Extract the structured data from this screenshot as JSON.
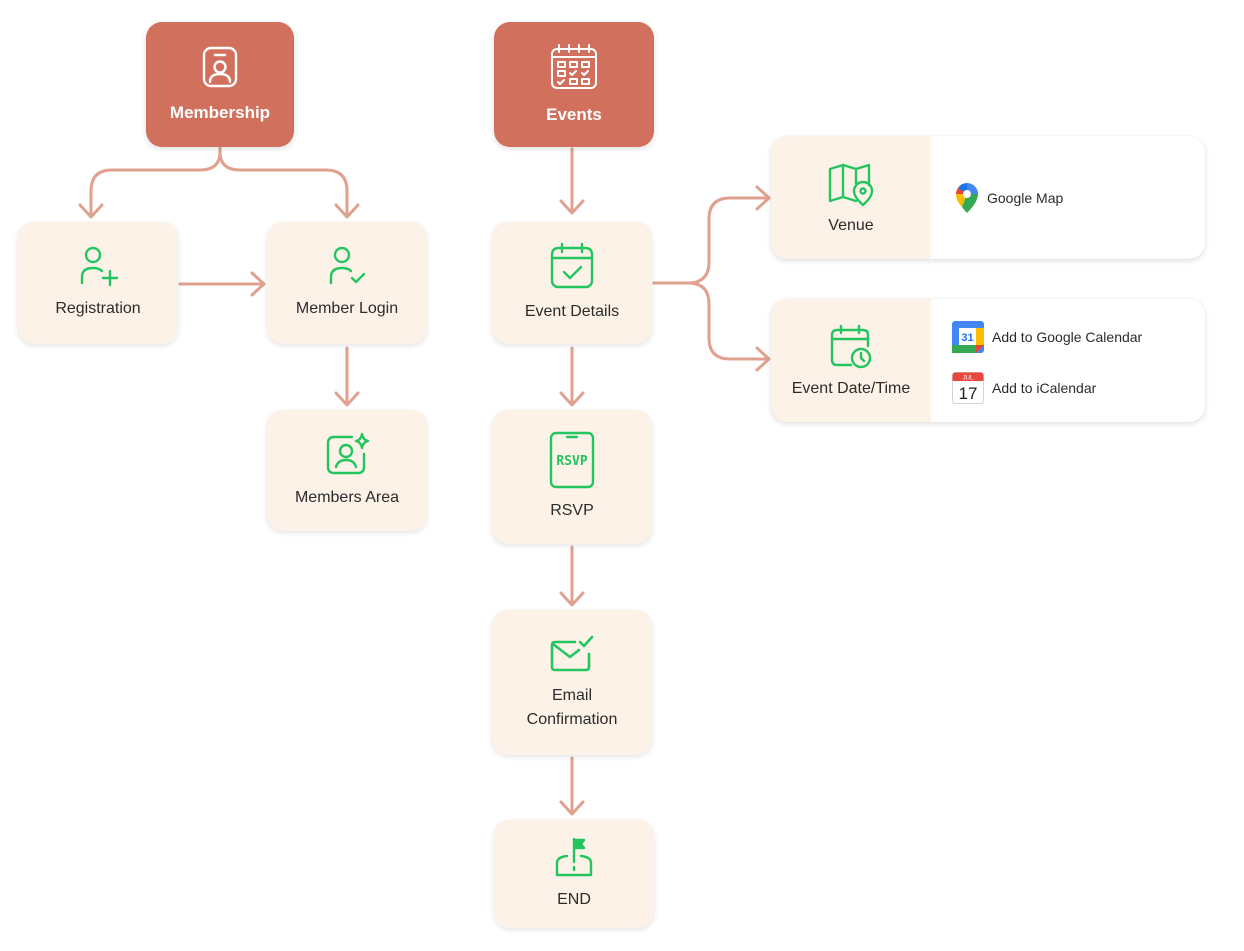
{
  "colors": {
    "accent": "#d2705e",
    "card": "#fdf2e8",
    "icon": "#22c55e",
    "arrow": "#e0a18f"
  },
  "membership": {
    "title": "Membership",
    "registration": "Registration",
    "member_login": "Member Login",
    "members_area": "Members Area"
  },
  "events": {
    "title": "Events",
    "event_details": "Event Details",
    "rsvp": "RSVP",
    "rsvp_icon_text": "RSVP",
    "email_line1": "Email",
    "email_line2": "Confirmation",
    "end": "END"
  },
  "venue": {
    "label": "Venue",
    "google_map": "Google Map"
  },
  "datetime": {
    "label": "Event Date/Time",
    "google_calendar": "Add to Google Calendar",
    "icalendar": "Add to iCalendar",
    "gcal_day": "31",
    "ical_month": "JUL",
    "ical_day": "17"
  }
}
